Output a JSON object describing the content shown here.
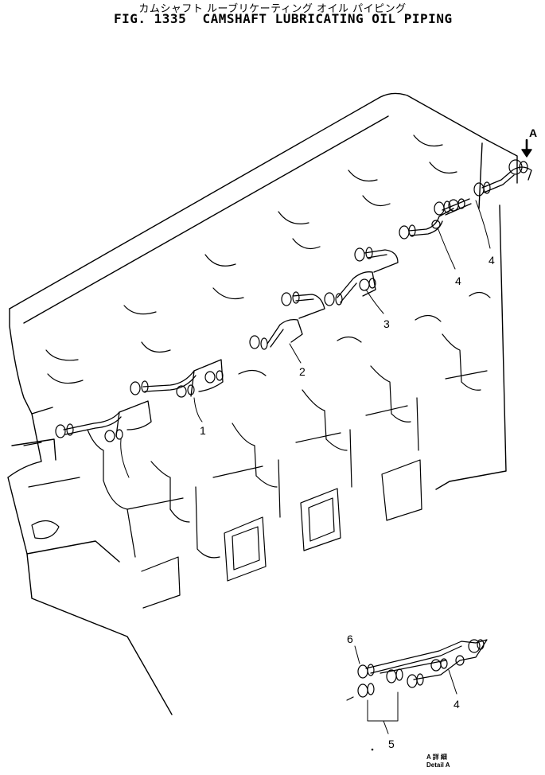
{
  "title_jp": "カムシャフト ルーブリケーティング オイル パイピング",
  "title_en": "FIG. 1335  CAMSHAFT LUBRICATING OIL PIPING",
  "view_arrow_label": "A",
  "callouts": [
    "1",
    "2",
    "3",
    "4",
    "4",
    "6",
    "5",
    "4"
  ],
  "detail_jp": "A 詳 細",
  "detail_en": "Detail  A"
}
